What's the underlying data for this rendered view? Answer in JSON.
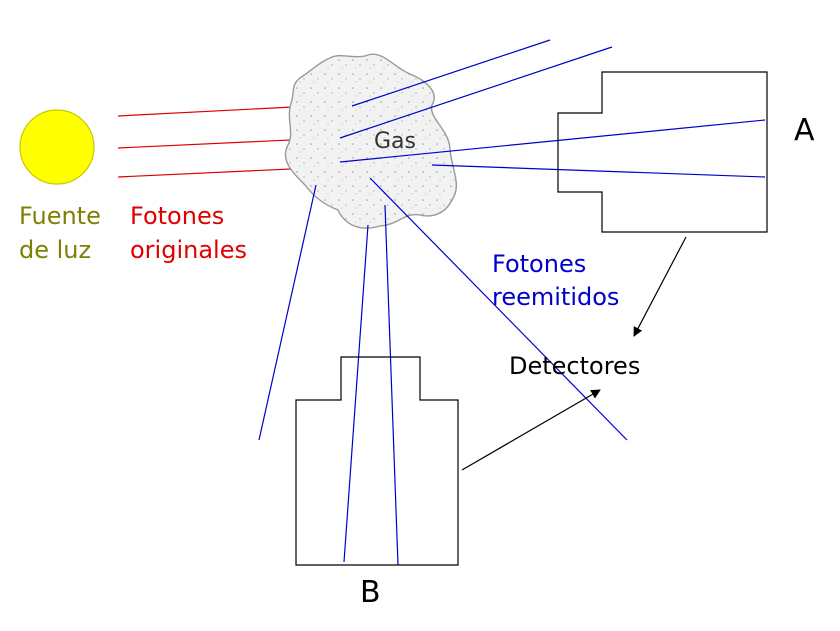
{
  "labels": {
    "source_line1": "Fuente",
    "source_line2": "de luz",
    "original_line1": "Fotones",
    "original_line2": "originales",
    "gas": "Gas",
    "reemitted_line1": "Fotones",
    "reemitted_line2": "reemitidos",
    "detectors": "Detectores",
    "detector_a": "A",
    "detector_b": "B"
  },
  "colors": {
    "source_fill": "#ffff00",
    "source_stroke": "#c8c800",
    "source_text": "#808000",
    "original_photons": "#e00000",
    "reemitted_photons": "#0000cc",
    "outline": "#000000",
    "gas_stroke": "#999999",
    "gas_fill": "#f0f0f0"
  },
  "icons": {
    "light_source": "sun-circle",
    "gas_cloud": "cloud-shape",
    "detector": "detector-box"
  }
}
